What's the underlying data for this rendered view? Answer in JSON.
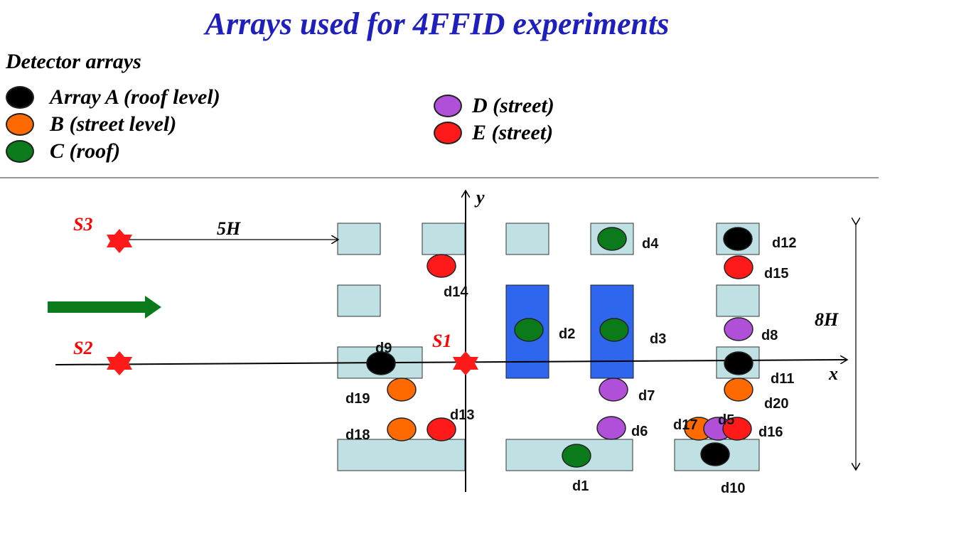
{
  "title": "Arrays used for 4FFID experiments",
  "subtitle": "Detector arrays",
  "legend": [
    {
      "label": "Array A (roof level)",
      "color": "#000000"
    },
    {
      "label": "B (street level)",
      "color": "#ff6a00"
    },
    {
      "label": "C (roof)",
      "color": "#0a7a1a"
    },
    {
      "label": "D (street)",
      "color": "#b050d8"
    },
    {
      "label": "E (street)",
      "color": "#ff1a1a"
    }
  ],
  "axes": {
    "x": "x",
    "y": "y"
  },
  "dimensions": {
    "width": "5H",
    "height": "8H"
  },
  "sources": {
    "s1": "S1",
    "s2": "S2",
    "s3": "S3"
  },
  "detectors": {
    "d1": "d1",
    "d2": "d2",
    "d3": "d3",
    "d4": "d4",
    "d5": "d5",
    "d6": "d6",
    "d7": "d7",
    "d8": "d8",
    "d9": "d9",
    "d10": "d10",
    "d11": "d11",
    "d12": "d12",
    "d13": "d13",
    "d14": "d14",
    "d15": "d15",
    "d16": "d16",
    "d17": "d17",
    "d18": "d18",
    "d19": "d19",
    "d20": "d20"
  },
  "colors": {
    "building": "#bfe1e4",
    "tall_building": "#2f66ee",
    "wind_arrow": "#0a7a1a",
    "source_star": "#ff1a1a"
  }
}
